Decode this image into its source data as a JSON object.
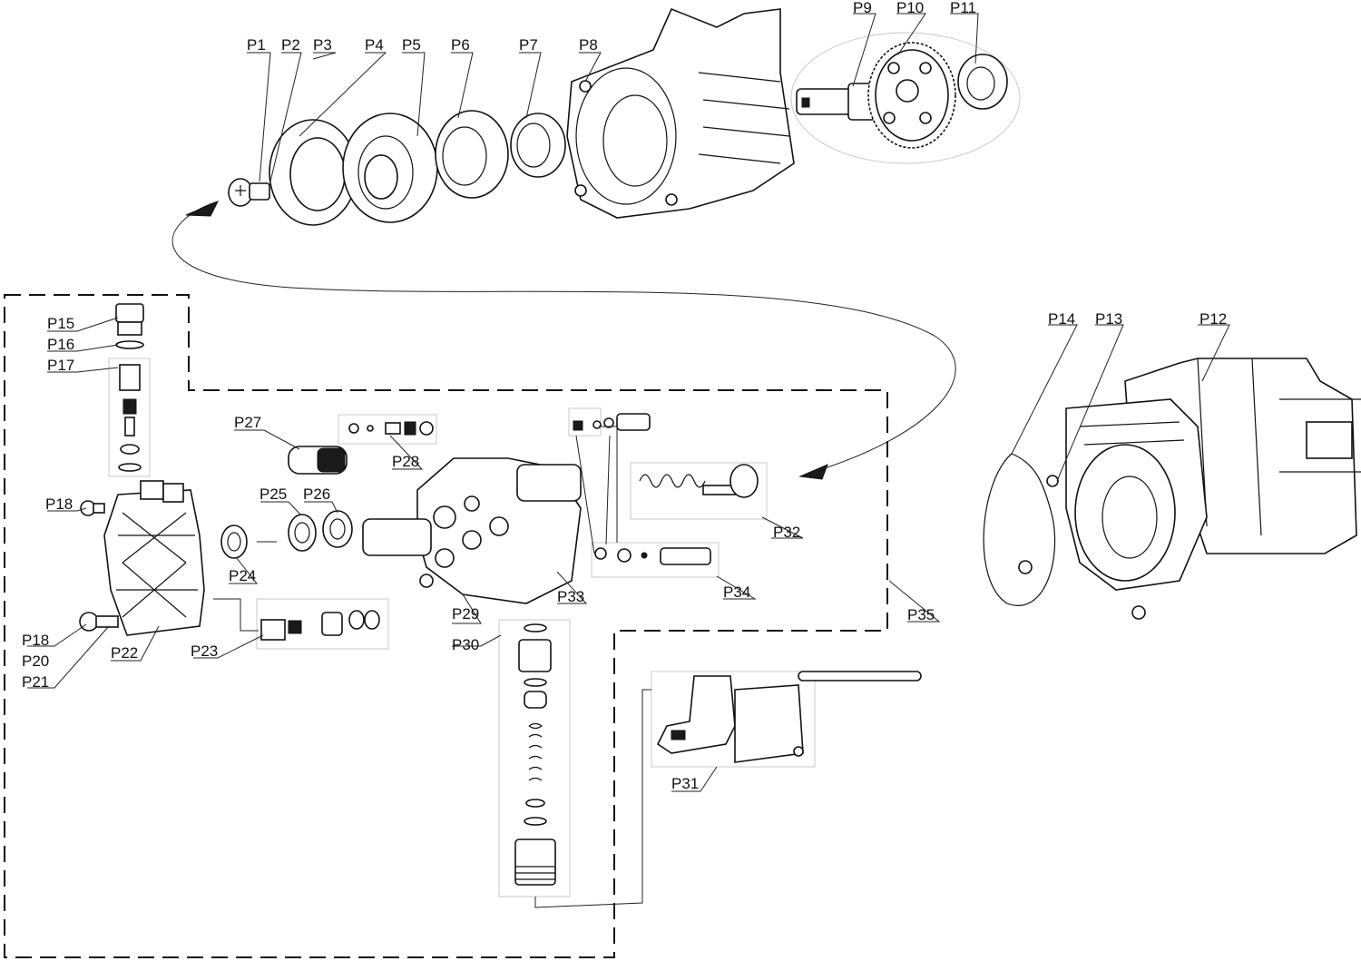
{
  "labels": {
    "p1": "P1",
    "p2": "P2",
    "p3": "P3",
    "p4": "P4",
    "p5": "P5",
    "p6": "P6",
    "p7": "P7",
    "p8": "P8",
    "p9": "P9",
    "p10": "P10",
    "p11": "P11",
    "p12": "P12",
    "p13": "P13",
    "p14": "P14",
    "p15": "P15",
    "p16": "P16",
    "p17": "P17",
    "p18a": "P18",
    "p18b": "P18",
    "p20": "P20",
    "p21": "P21",
    "p22": "P22",
    "p23": "P23",
    "p24": "P24",
    "p25": "P25",
    "p26": "P26",
    "p27": "P27",
    "p28": "P28",
    "p29": "P29",
    "p30": "P30",
    "p31": "P31",
    "p32": "P32",
    "p33": "P33",
    "p34": "P34",
    "p35": "P35"
  },
  "colors": {
    "line": "#111111",
    "background": "#ffffff",
    "group_box": "#c8c8c8"
  }
}
